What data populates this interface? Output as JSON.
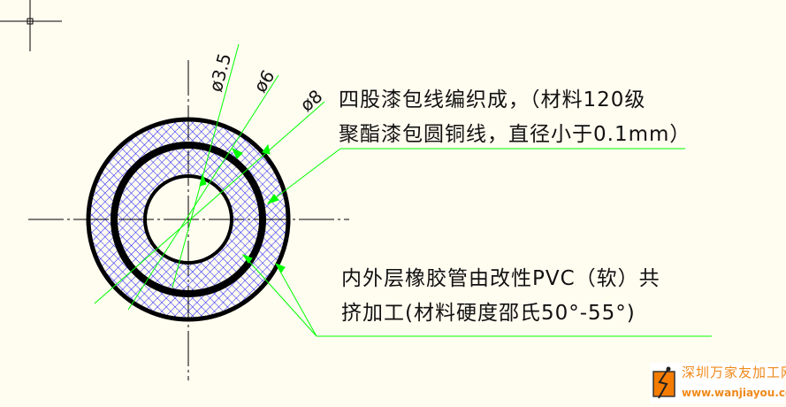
{
  "dimensions": {
    "d1": "ø3.5",
    "d2": "ø6",
    "d3": "ø8"
  },
  "note_braid": {
    "line1": "四股漆包线编织成，（材料120级",
    "line2": "聚酯漆包圆铜线，直径小于0.1mm）"
  },
  "note_tube": {
    "line1": "内外层橡胶管由改性PVC（软）共",
    "line2": "挤加工(材料硬度邵氏50°-55°)"
  },
  "watermark": {
    "name": "深圳万家友加工网",
    "url": "www.wanjiayou.com"
  },
  "colors": {
    "background": "#fffcf0",
    "leader": "#00ff00",
    "hatch": "#0000ff",
    "outline": "#000000",
    "brand": "#f08a1c"
  }
}
